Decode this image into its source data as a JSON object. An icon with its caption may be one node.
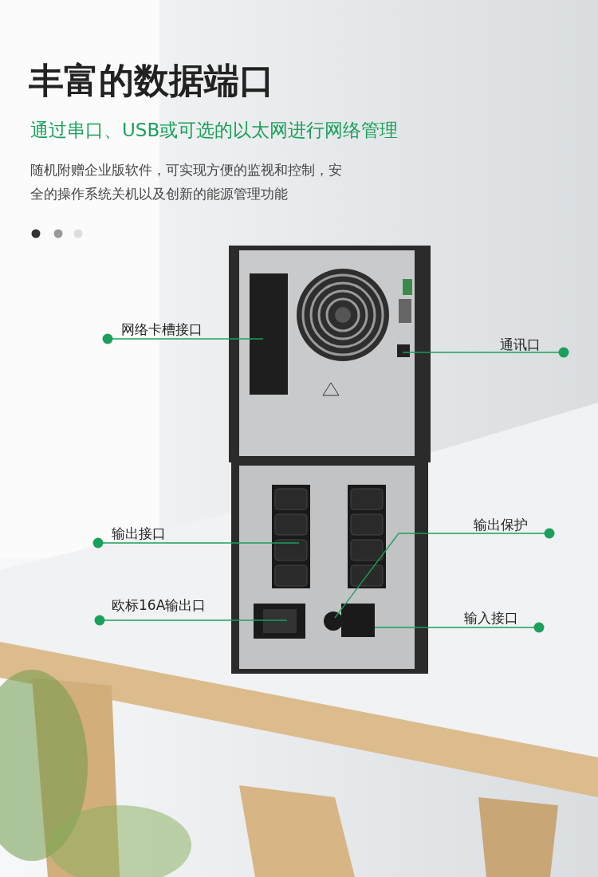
{
  "diagram": {
    "title": "丰富的数据端口",
    "nodes": [
      {
        "text": [
          "网络卡槽接口"
        ]
      },
      {
        "text": [
          "通讯口"
        ]
      },
      {
        "text": [
          "输出接口"
        ]
      },
      {
        "text": [
          "输出保护"
        ]
      },
      {
        "text": [
          "欧标16A输出口"
        ]
      },
      {
        "text": [
          "输入接口"
        ]
      }
    ],
    "edges": [
      {
        "from": 0,
        "to": null,
        "arrow": "other"
      },
      {
        "from": 1,
        "to": null,
        "arrow": "other"
      },
      {
        "from": 2,
        "to": null,
        "arrow": "other"
      },
      {
        "from": 3,
        "to": null,
        "arrow": "other"
      },
      {
        "from": 4,
        "to": null,
        "arrow": "other"
      },
      {
        "from": 5,
        "to": null,
        "arrow": "other"
      }
    ],
    "labels": [
      "通过串口、USB或可选的以太网进行网络管理",
      "随机附赠企业版软件，可实现方便的监视和控制，安全的操作系统关机以及创新的能源管理功能"
    ]
  }
}
